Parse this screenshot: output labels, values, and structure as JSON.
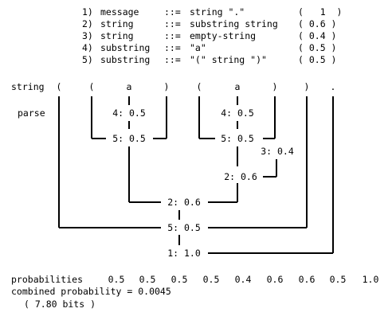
{
  "grammar_rules": [
    {
      "num": "1)",
      "lhs": "message",
      "op": "::=",
      "rhs": "string \".\"",
      "prob": "(   1  )"
    },
    {
      "num": "2)",
      "lhs": "string",
      "op": "::=",
      "rhs": "substring string",
      "prob": "( 0.6 )"
    },
    {
      "num": "3)",
      "lhs": "string",
      "op": "::=",
      "rhs": "empty-string",
      "prob": "( 0.4 )"
    },
    {
      "num": "4)",
      "lhs": "substring",
      "op": "::=",
      "rhs": "\"a\"",
      "prob": "( 0.5 )"
    },
    {
      "num": "5)",
      "lhs": "substring",
      "op": "::=",
      "rhs": "\"(\" string \")\"",
      "prob": "( 0.5 )"
    }
  ],
  "input_label": "string",
  "parse_label": "parse",
  "tokens": [
    "(",
    "(",
    "a",
    ")",
    "(",
    "a",
    ")",
    ")",
    "."
  ],
  "nodes": {
    "n_a1": "4: 0.5",
    "n_sub1": "5: 0.5",
    "n_a2": "4: 0.5",
    "n_sub2": "5: 0.5",
    "n_empty": "3: 0.4",
    "n_str_inner": "2: 0.6",
    "n_str_outer": "2: 0.6",
    "n_sub_outer": "5: 0.5",
    "n_root": "1: 1.0"
  },
  "probabilities_label": "probabilities",
  "probabilities": [
    "0.5",
    "0.5",
    "0.5",
    "0.5",
    "0.4",
    "0.6",
    "0.6",
    "0.5",
    "1.0"
  ],
  "combined_text": "combined probability = 0.0045",
  "bits_text": "( 7.80 bits )"
}
